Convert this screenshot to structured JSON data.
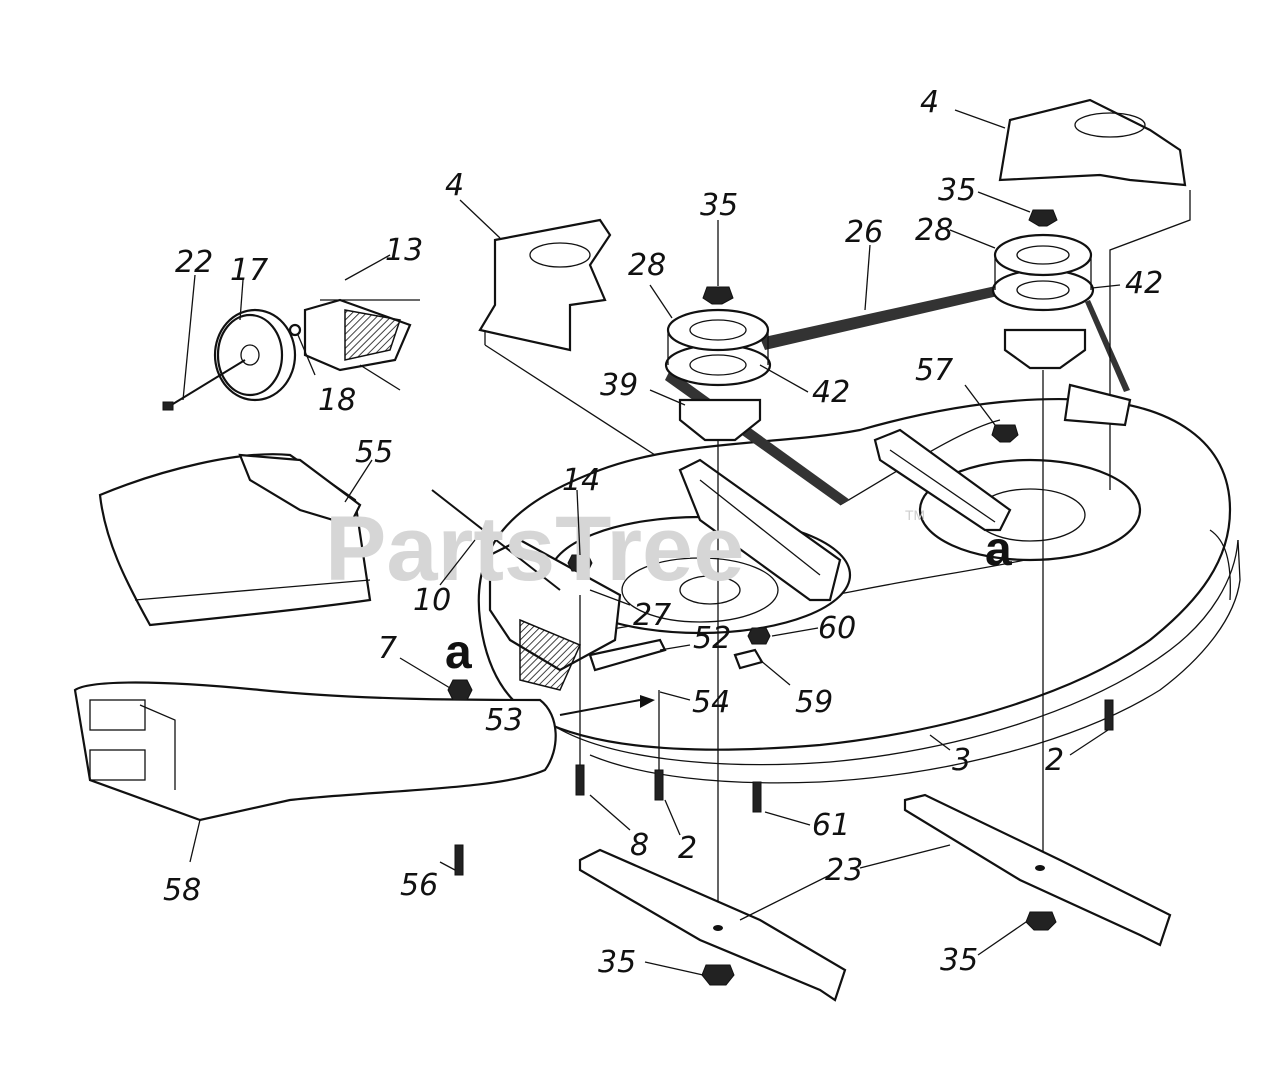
{
  "watermark": {
    "text": "PartsTree",
    "tm": "TM"
  },
  "section_marks": [
    "a",
    "a"
  ],
  "callouts": [
    {
      "id": "c4a",
      "label": "4"
    },
    {
      "id": "c4b",
      "label": "4"
    },
    {
      "id": "c35a",
      "label": "35"
    },
    {
      "id": "c35b",
      "label": "35"
    },
    {
      "id": "c35c",
      "label": "35"
    },
    {
      "id": "c35d",
      "label": "35"
    },
    {
      "id": "c26",
      "label": "26"
    },
    {
      "id": "c28a",
      "label": "28"
    },
    {
      "id": "c28b",
      "label": "28"
    },
    {
      "id": "c42a",
      "label": "42"
    },
    {
      "id": "c42b",
      "label": "42"
    },
    {
      "id": "c39",
      "label": "39"
    },
    {
      "id": "c57",
      "label": "57"
    },
    {
      "id": "c22",
      "label": "22"
    },
    {
      "id": "c17",
      "label": "17"
    },
    {
      "id": "c13",
      "label": "13"
    },
    {
      "id": "c18",
      "label": "18"
    },
    {
      "id": "c55",
      "label": "55"
    },
    {
      "id": "c14",
      "label": "14"
    },
    {
      "id": "c10",
      "label": "10"
    },
    {
      "id": "c27",
      "label": "27"
    },
    {
      "id": "c52",
      "label": "52"
    },
    {
      "id": "c60",
      "label": "60"
    },
    {
      "id": "c7",
      "label": "7"
    },
    {
      "id": "c54",
      "label": "54"
    },
    {
      "id": "c53",
      "label": "53"
    },
    {
      "id": "c59",
      "label": "59"
    },
    {
      "id": "c2a",
      "label": "2"
    },
    {
      "id": "c2b",
      "label": "2"
    },
    {
      "id": "c3",
      "label": "3"
    },
    {
      "id": "c8",
      "label": "8"
    },
    {
      "id": "c61",
      "label": "61"
    },
    {
      "id": "c23",
      "label": "23"
    },
    {
      "id": "c56",
      "label": "56"
    },
    {
      "id": "c58",
      "label": "58"
    }
  ]
}
